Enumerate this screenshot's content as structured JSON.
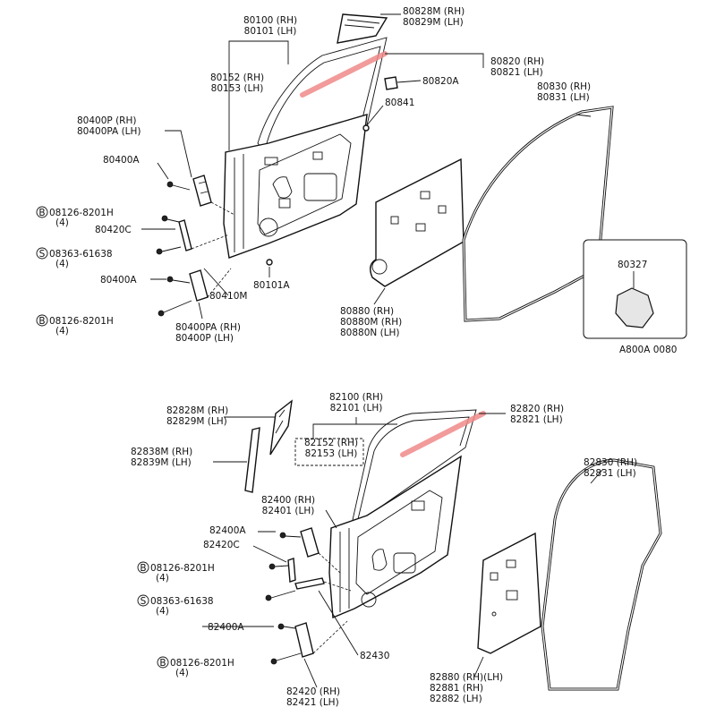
{
  "colors": {
    "highlight": "#f08a8a",
    "ink": "#111111",
    "background": "#ffffff"
  },
  "front": {
    "labels": {
      "door_panel": "80100 (RH)\n80101 (LH)",
      "glass_run_upper": "80828M (RH)\n80829M (LH)",
      "glass_run": "80152 (RH)\n80153 (LH)",
      "weatherstrip_outer": "80820 (RH)\n80821 (LH)",
      "clip": "80820A",
      "grommet": "80841",
      "hinge_upper": "80400P  (RH)\n80400PA (LH)",
      "hinge_bolt_a": "80400A",
      "bolt_1_code": "08126-8201H",
      "bolt_1_qty": "(4)",
      "check_link": "80420C",
      "screw_code": "08363-61638",
      "screw_qty": "(4)",
      "hinge_bolt_b": "80400A",
      "bolt_2_code": "08126-8201H",
      "bolt_2_qty": "(4)",
      "check_link_b": "80410M",
      "hinge_lower": "80400PA (RH)\n80400P  (LH)",
      "plug": "80101A",
      "sealing_screen": "80880  (RH)\n80880M (RH)\n80880N (LH)",
      "weatherstrip": "80830 (RH)\n80831 (LH)",
      "inset_part": "80327",
      "figure_code": "A800A 0080"
    },
    "prefix_b": "B",
    "prefix_s": "S"
  },
  "rear": {
    "labels": {
      "glass_run_upper": "82828M (RH)\n82829M (LH)",
      "door_panel": "82100 (RH)\n82101 (LH)",
      "weatherstrip_outer": "82820 (RH)\n82821 (LH)",
      "sash_seal": "82838M (RH)\n82839M (LH)",
      "glass_run": "82152 (RH)\n82153 (LH)",
      "hinge_upper": "82400 (RH)\n82401 (LH)",
      "hinge_bolt_a": "82400A",
      "check_link": "82420C",
      "bolt_1_code": "08126-8201H",
      "bolt_1_qty": "(4)",
      "screw_code": "08363-61638",
      "screw_qty": "(4)",
      "hinge_bolt_b": "82400A",
      "bolt_2_code": "08126-8201H",
      "bolt_2_qty": "(4)",
      "hinge_lower": "82420 (RH)\n82421 (LH)",
      "link": "82430",
      "sealing_screen": "82880 (RH)(LH)\n82881 (RH)\n82882 (LH)",
      "weatherstrip": "82830 (RH)\n82831 (LH)"
    },
    "prefix_b": "B",
    "prefix_s": "S"
  }
}
